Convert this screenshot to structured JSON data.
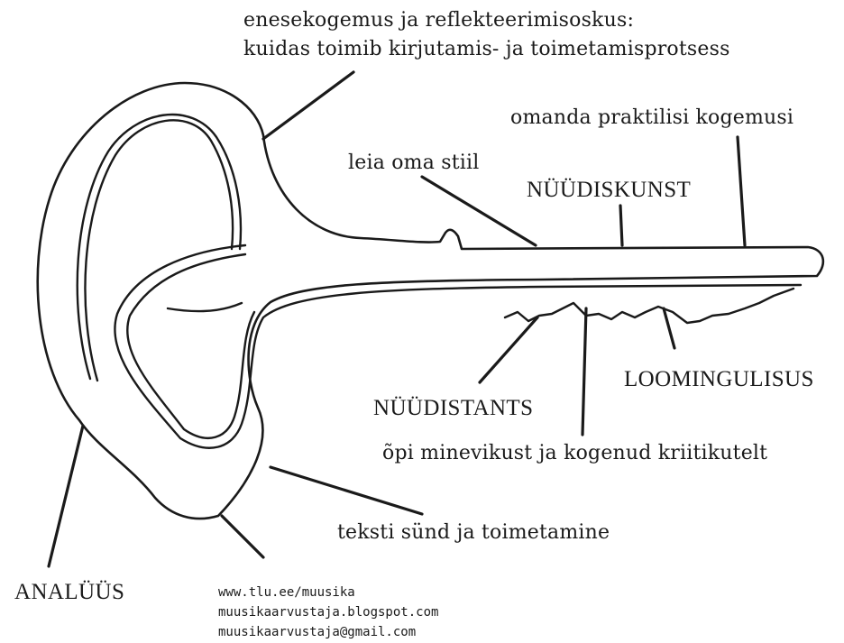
{
  "labels": {
    "top_line1": "enesekogemus ja reflekteerimisoskus:",
    "top_line2": "kuidas toimib kirjutamis- ja toimetamisprotsess",
    "omanda": "omanda praktilisi kogemusi",
    "leia": "leia oma stiil",
    "nuudiskunst": "NÜÜDISKUNST",
    "nuudistants": "NÜÜDISTANTS",
    "loomingulisus": "LOOMINGULISUS",
    "opi": "õpi minevikust ja kogenud kriitikutelt",
    "teksti": "teksti sünd ja toimetamine",
    "analuus": "ANALÜÜS"
  },
  "contact": {
    "web": "www.tlu.ee/muusika",
    "blog": "muusikaarvustaja.blogspot.com",
    "email": "muusikaarvustaja@gmail.com"
  },
  "colors": {
    "ink": "#1a1a1a",
    "background": "#ffffff"
  }
}
